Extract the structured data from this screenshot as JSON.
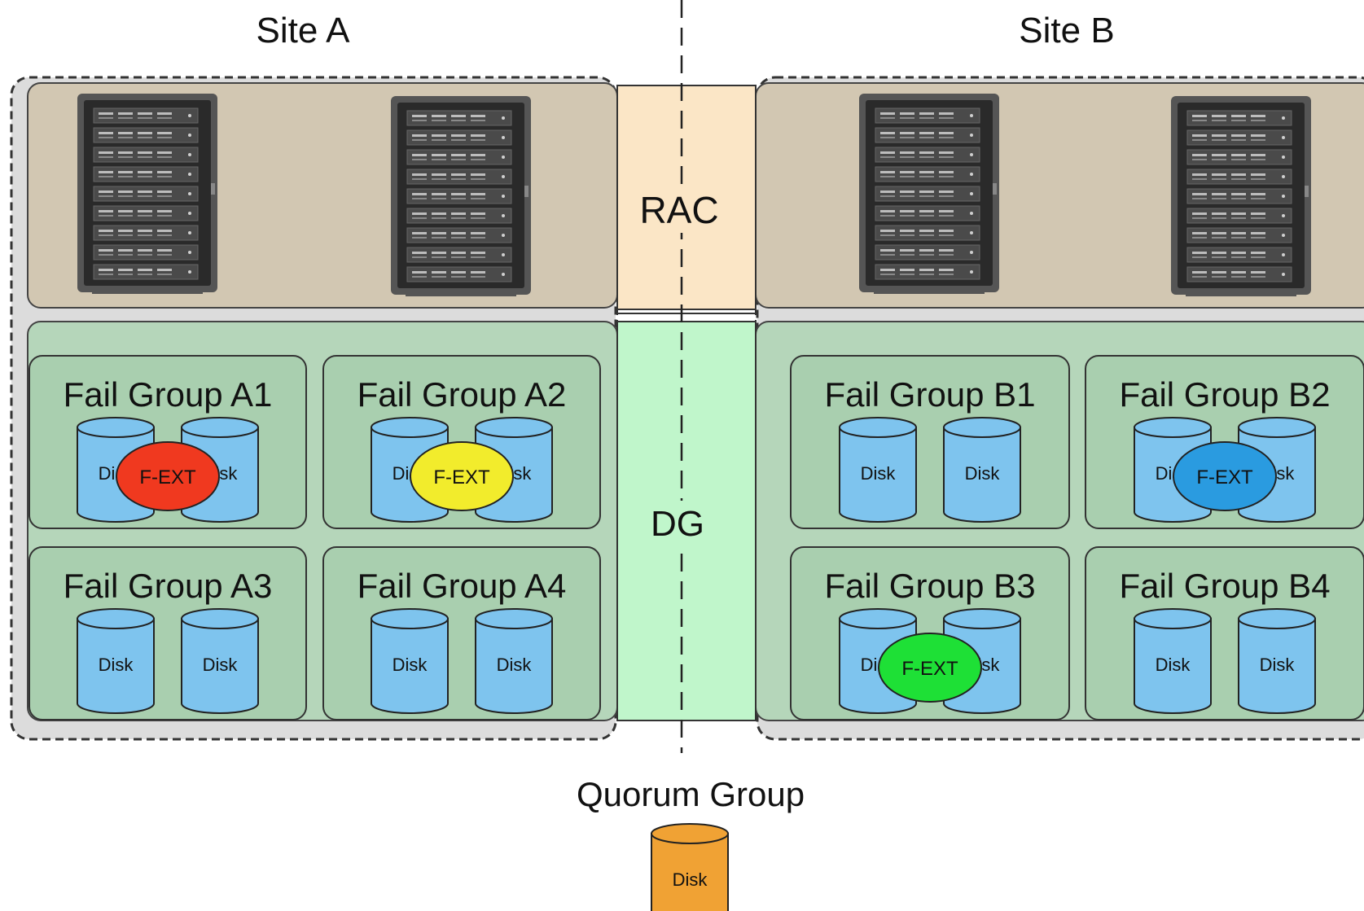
{
  "sites": {
    "a": "Site A",
    "b": "Site B"
  },
  "middle": {
    "rac": "RAC",
    "dg": "DG"
  },
  "quorum": {
    "label": "Quorum Group",
    "disk": "Disk"
  },
  "disk_label": "Disk",
  "fext_label": "F-EXT",
  "fail_groups": [
    {
      "id": "a1",
      "label": "Fail Group A1",
      "fext": true,
      "fext_color": "#f0391f"
    },
    {
      "id": "a2",
      "label": "Fail Group A2",
      "fext": true,
      "fext_color": "#f2ec2c"
    },
    {
      "id": "a3",
      "label": "Fail Group A3",
      "fext": false
    },
    {
      "id": "a4",
      "label": "Fail Group A4",
      "fext": false
    },
    {
      "id": "b1",
      "label": "Fail Group B1",
      "fext": false
    },
    {
      "id": "b2",
      "label": "Fail Group B2",
      "fext": true,
      "fext_color": "#2a9be0"
    },
    {
      "id": "b3",
      "label": "Fail Group B3",
      "fext": true,
      "fext_color": "#1ee036"
    },
    {
      "id": "b4",
      "label": "Fail Group B4",
      "fext": false
    }
  ],
  "colors": {
    "server_band": "#d2c7b2",
    "storage_band": "#b5d6ba",
    "fail_group_fill": "#a9cfaf",
    "rac_fill": "#fbe6c6",
    "dg_fill": "#c0f6cb",
    "disk_fill": "#7ec4ee",
    "quorum_disk_fill": "#f0a234",
    "site_fill": "#dcdcdc"
  }
}
